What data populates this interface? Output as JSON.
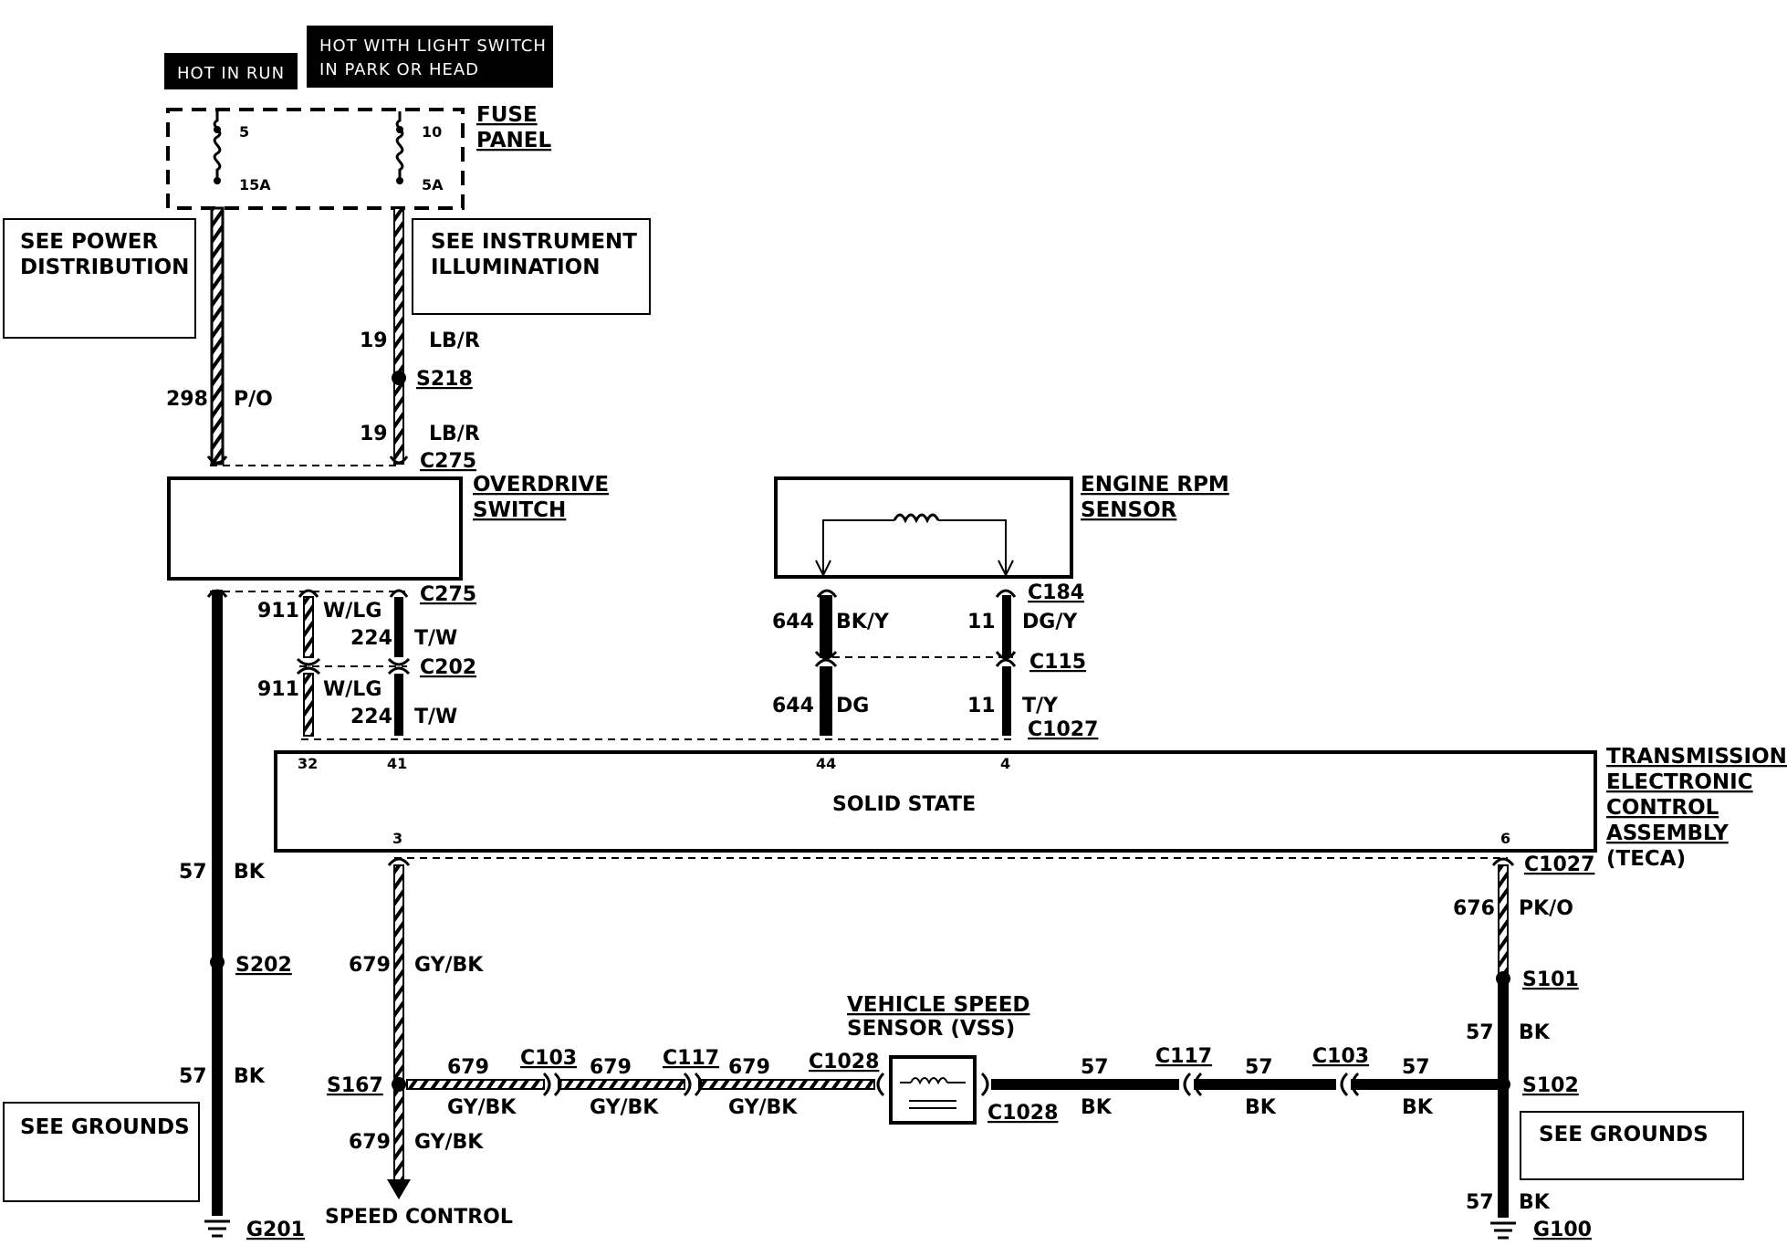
{
  "supply": {
    "hot_in_run": "HOT IN RUN",
    "hot_light_1": "HOT WITH LIGHT SWITCH",
    "hot_light_2": "IN PARK OR HEAD"
  },
  "fuse_panel": {
    "label_1": "FUSE",
    "label_2": "PANEL",
    "fuse_a_num": "5",
    "fuse_a_amp": "15A",
    "fuse_b_num": "10",
    "fuse_b_amp": "5A"
  },
  "refs": {
    "power_1": "SEE POWER",
    "power_2": "DISTRIBUTION",
    "illum_1": "SEE INSTRUMENT",
    "illum_2": "ILLUMINATION",
    "grounds_left": "SEE GROUNDS",
    "grounds_right": "SEE GROUNDS"
  },
  "components": {
    "overdrive_1": "OVERDRIVE",
    "overdrive_2": "SWITCH",
    "rpm_1": "ENGINE RPM",
    "rpm_2": "SENSOR",
    "teca_1": "TRANSMISSION",
    "teca_2": "ELECTRONIC",
    "teca_3": "CONTROL",
    "teca_4": "ASSEMBLY",
    "teca_5": "(TECA)",
    "solid_state": "SOLID STATE",
    "vss_1": "VEHICLE SPEED",
    "vss_2": "SENSOR (VSS)",
    "speed_control": "SPEED CONTROL"
  },
  "pins": {
    "p32": "32",
    "p41": "41",
    "p44": "44",
    "p4": "4",
    "p3": "3",
    "p6": "6"
  },
  "connectors": {
    "c275_top": "C275",
    "c275_bot": "C275",
    "c202": "C202",
    "c184": "C184",
    "c115": "C115",
    "c1027_top": "C1027",
    "c1027_bot": "C1027",
    "c103_l": "C103",
    "c117_l": "C117",
    "c1028_l": "C1028",
    "c1028_r": "C1028",
    "c117_r": "C117",
    "c103_r": "C103"
  },
  "splices": {
    "s218": "S218",
    "s202": "S202",
    "s167": "S167",
    "s101": "S101",
    "s102": "S102"
  },
  "grounds": {
    "g201": "G201",
    "g100": "G100"
  },
  "wires": {
    "w298_num": "298",
    "w298_col": "P/O",
    "w19a_num": "19",
    "w19a_col": "LB/R",
    "w19b_num": "19",
    "w19b_col": "LB/R",
    "w911a_num": "911",
    "w911a_col": "W/LG",
    "w224a_num": "224",
    "w224a_col": "T/W",
    "w911b_num": "911",
    "w911b_col": "W/LG",
    "w224b_num": "224",
    "w224b_col": "T/W",
    "w644a_num": "644",
    "w644a_col": "BK/Y",
    "w11a_num": "11",
    "w11a_col": "DG/Y",
    "w644b_num": "644",
    "w644b_col": "DG",
    "w11b_num": "11",
    "w11b_col": "T/Y",
    "w57a_num": "57",
    "w57a_col": "BK",
    "w57b_num": "57",
    "w57b_col": "BK",
    "w679a_num": "679",
    "w679a_col": "GY/BK",
    "w679d_num": "679",
    "w679d_col": "GY/BK",
    "w679h1_num": "679",
    "w679h1_col": "GY/BK",
    "w679h2_num": "679",
    "w679h2_col": "GY/BK",
    "w679h3_num": "679",
    "w679h3_col": "GY/BK",
    "w676_num": "676",
    "w676_col": "PK/O",
    "w57r1_num": "57",
    "w57r1_col": "BK",
    "w57r2_num": "57",
    "w57r2_col": "BK",
    "w57h1_num": "57",
    "w57h1_col": "BK",
    "w57h2_num": "57",
    "w57h2_col": "BK",
    "w57h3_num": "57",
    "w57h3_col": "BK"
  }
}
